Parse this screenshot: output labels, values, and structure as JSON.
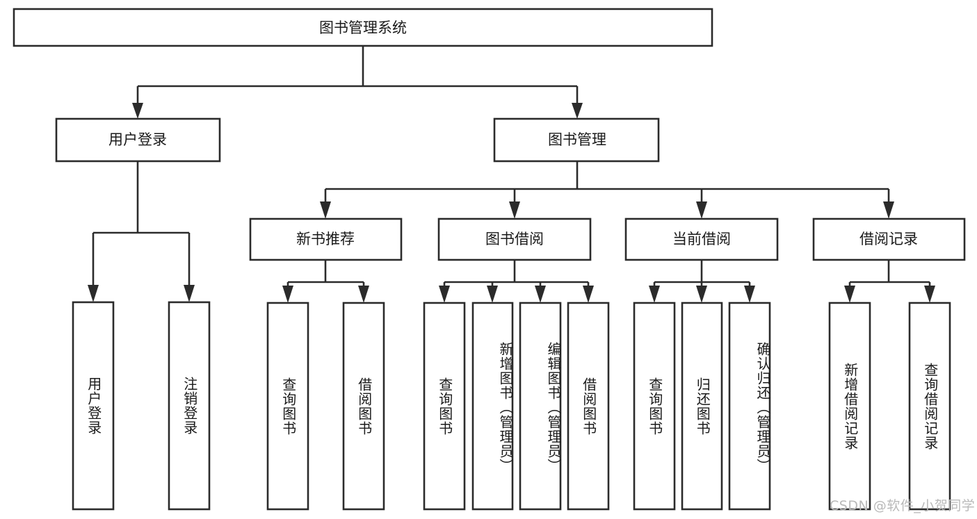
{
  "diagram": {
    "type": "hierarchy-tree",
    "title": "图书管理系统",
    "orientation": "top-down",
    "colors": {
      "box_stroke": "#2b2b2b",
      "box_fill": "#ffffff",
      "connector": "#2b2b2b",
      "text": "#1a1a1a",
      "watermark": "#b9b9b9",
      "background": "#ffffff"
    },
    "root": {
      "label": "图书管理系统"
    },
    "level2": [
      {
        "label": "用户登录"
      },
      {
        "label": "图书管理"
      }
    ],
    "level3": [
      {
        "label": "新书推荐"
      },
      {
        "label": "图书借阅"
      },
      {
        "label": "当前借阅"
      },
      {
        "label": "借阅记录"
      }
    ],
    "leaves_user_login": [
      {
        "label": "用户登录"
      },
      {
        "label": "注销登录"
      }
    ],
    "leaves_new_book": [
      {
        "label": "查询图书"
      },
      {
        "label": "借阅图书"
      }
    ],
    "leaves_borrow": [
      {
        "label": "查询图书"
      },
      {
        "label": "新增图书（管理员）"
      },
      {
        "label": "编辑图书（管理员）"
      },
      {
        "label": "借阅图书"
      }
    ],
    "leaves_current": [
      {
        "label": "查询图书"
      },
      {
        "label": "归还图书"
      },
      {
        "label": "确认归还（管理员）"
      }
    ],
    "leaves_record": [
      {
        "label": "新增借阅记录"
      },
      {
        "label": "查询借阅记录"
      }
    ]
  },
  "watermark": {
    "text": "CSDN @软件_小贺同学"
  }
}
